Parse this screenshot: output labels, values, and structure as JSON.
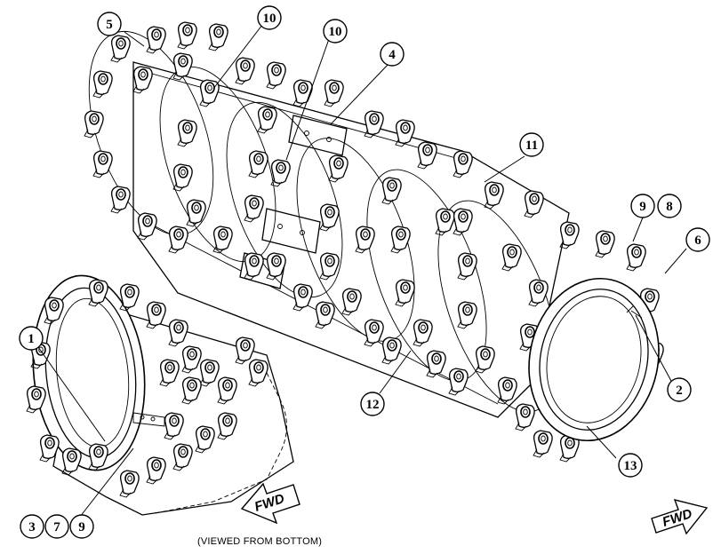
{
  "callouts": [
    {
      "id": "c1",
      "label": "1"
    },
    {
      "id": "c2",
      "label": "2"
    },
    {
      "id": "c3",
      "label": "3"
    },
    {
      "id": "c4",
      "label": "4"
    },
    {
      "id": "c5",
      "label": "5"
    },
    {
      "id": "c6",
      "label": "6"
    },
    {
      "id": "c7",
      "label": "7"
    },
    {
      "id": "c8",
      "label": "8"
    },
    {
      "id": "c9a",
      "label": "9"
    },
    {
      "id": "c9b",
      "label": "9"
    },
    {
      "id": "c10a",
      "label": "10"
    },
    {
      "id": "c10b",
      "label": "10"
    },
    {
      "id": "c11",
      "label": "11"
    },
    {
      "id": "c12",
      "label": "12"
    },
    {
      "id": "c13",
      "label": "13"
    }
  ],
  "arrows": {
    "left_label": "FWD",
    "right_label": "FWD"
  },
  "caption": "(VIEWED FROM BOTTOM)"
}
